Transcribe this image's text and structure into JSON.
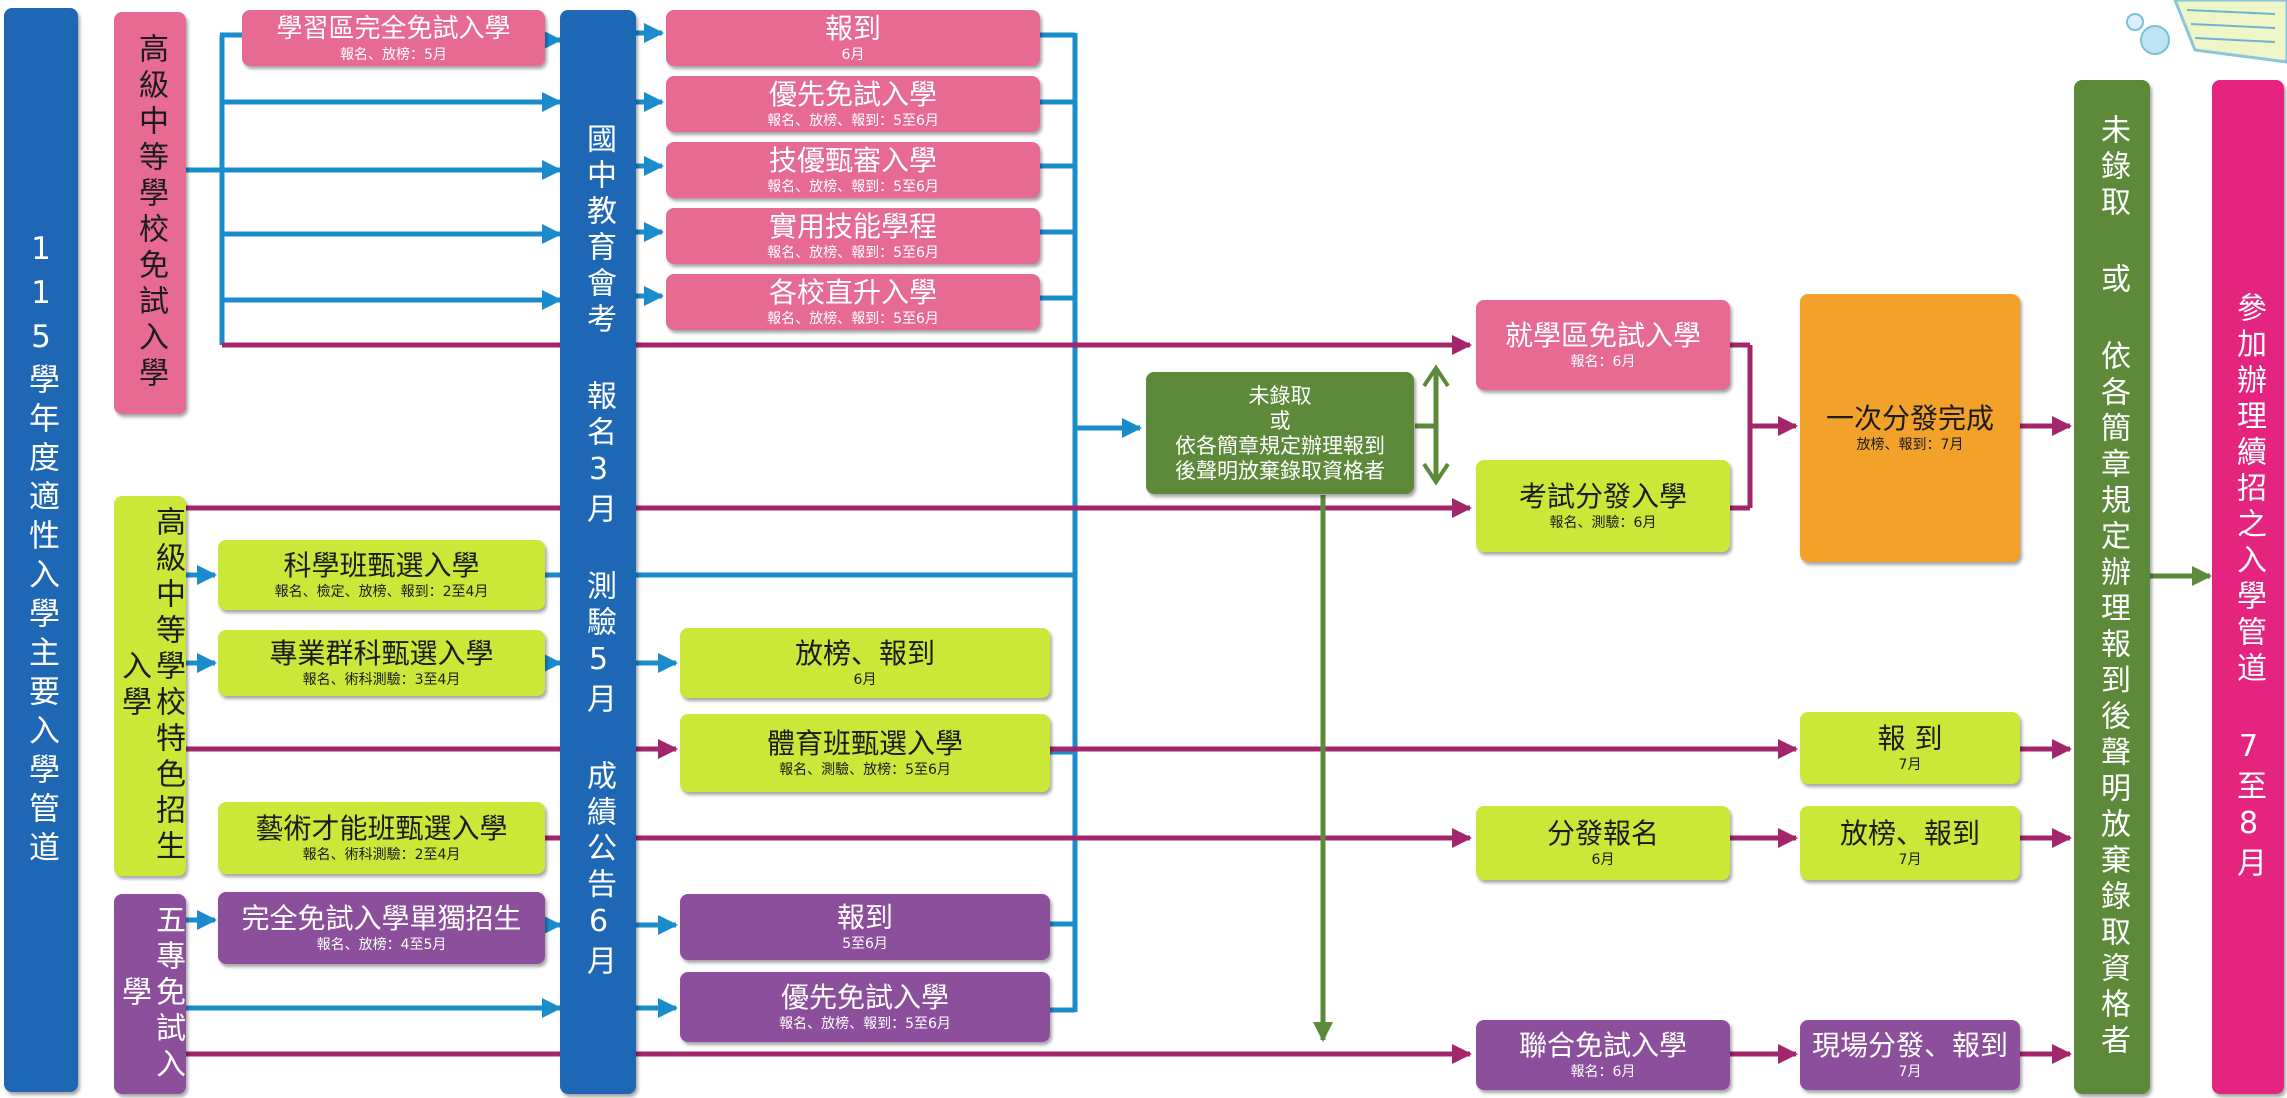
{
  "colors": {
    "blue": "#1e67b5",
    "pink": "#e66a91",
    "lime": "#cbe838",
    "purple": "#8b4f9b",
    "green": "#5c8a3a",
    "orange": "#f2a12b",
    "magenta": "#e5247f",
    "connector_blue": "#1a8ccc",
    "connector_purple": "#a3256b",
    "connector_green": "#5c8a3a"
  },
  "left_title": "115學年度適性入學主要入學管道",
  "middle_title": "國中教育會考 報名3月 測驗5月 成績公告6月",
  "groups": {
    "free": "高級中等學校免試入學",
    "special": "高級中等學校特色招生入學",
    "junior_college": "五專免試入學"
  },
  "free_sources": {
    "district_complete": {
      "title": "學習區完全免試入學",
      "sub": "報名、放榜：5月"
    }
  },
  "free_targets": [
    {
      "title": "報到",
      "sub": "6月"
    },
    {
      "title": "優先免試入學",
      "sub": "報名、放榜、報到：5至6月"
    },
    {
      "title": "技優甄審入學",
      "sub": "報名、放榜、報到：5至6月"
    },
    {
      "title": "實用技能學程",
      "sub": "報名、放榜、報到：5至6月"
    },
    {
      "title": "各校直升入學",
      "sub": "報名、放榜、報到：5至6月"
    }
  ],
  "not_admitted_box": {
    "line1": "未錄取",
    "line2": "或",
    "line3": "依各簡章規定辦理報到",
    "line4": "後聲明放棄錄取資格者"
  },
  "district_free": {
    "title": "就學區免試入學",
    "sub": "報名：6月"
  },
  "exam_distribution": {
    "title": "考試分發入學",
    "sub": "報名、測驗：6月"
  },
  "first_distribution": {
    "title": "一次分發完成",
    "sub": "放榜、報到：7月"
  },
  "special_items": {
    "science": {
      "title": "科學班甄選入學",
      "sub": "報名、檢定、放榜、報到：2至4月"
    },
    "professional": {
      "title": "專業群科甄選入學",
      "sub": "報名、術科測驗：3至4月"
    },
    "professional_result": {
      "title": "放榜、報到",
      "sub": "6月"
    },
    "sports": {
      "title": "體育班甄選入學",
      "sub": "報名、測驗、放榜：5至6月"
    },
    "sports_report": {
      "title": "報 到",
      "sub": "7月"
    },
    "arts": {
      "title": "藝術才能班甄選入學",
      "sub": "報名、術科測驗：2至4月"
    },
    "arts_register": {
      "title": "分發報名",
      "sub": "6月"
    },
    "arts_result": {
      "title": "放榜、報到",
      "sub": "7月"
    }
  },
  "jc_items": {
    "complete": {
      "title": "完全免試入學單獨招生",
      "sub": "報名、放榜：4至5月"
    },
    "complete_report": {
      "title": "報到",
      "sub": "5至6月"
    },
    "priority": {
      "title": "優先免試入學",
      "sub": "報名、放榜、報到：5至6月"
    },
    "joint": {
      "title": "聯合免試入學",
      "sub": "報名：6月"
    },
    "onsite": {
      "title": "現場分發、報到",
      "sub": "7月"
    }
  },
  "right_green": "未錄取 或 依各簡章規定辦理報到後聲明放棄錄取資格者",
  "right_magenta": "參加辦理續招之入學管道 7至8月"
}
